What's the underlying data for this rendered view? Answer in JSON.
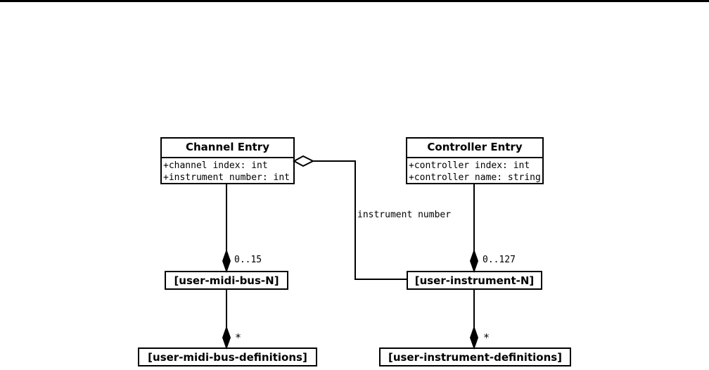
{
  "diagram": {
    "type": "uml-class-diagram",
    "background_color": "#ffffff",
    "line_color": "#000000",
    "nodes": {
      "channel_entry": {
        "title": "Channel Entry",
        "attributes": [
          "+channel index: int",
          "+instrument number: int"
        ]
      },
      "controller_entry": {
        "title": "Controller Entry",
        "attributes": [
          "+controller index: int",
          "+controller name: string"
        ]
      },
      "user_midi_bus_n": {
        "label": "[user-midi-bus-N]"
      },
      "user_instrument_n": {
        "label": "[user-instrument-N]"
      },
      "user_midi_bus_definitions": {
        "label": "[user-midi-bus-definitions]"
      },
      "user_instrument_definitions": {
        "label": "[user-instrument-definitions]"
      }
    },
    "edges": {
      "aggregation_label": "instrument number",
      "channel_to_midi_bus_multiplicity": "0..15",
      "controller_to_instrument_multiplicity": "0..127",
      "midi_bus_to_definitions_multiplicity": "*",
      "instrument_to_definitions_multiplicity": "*"
    }
  }
}
